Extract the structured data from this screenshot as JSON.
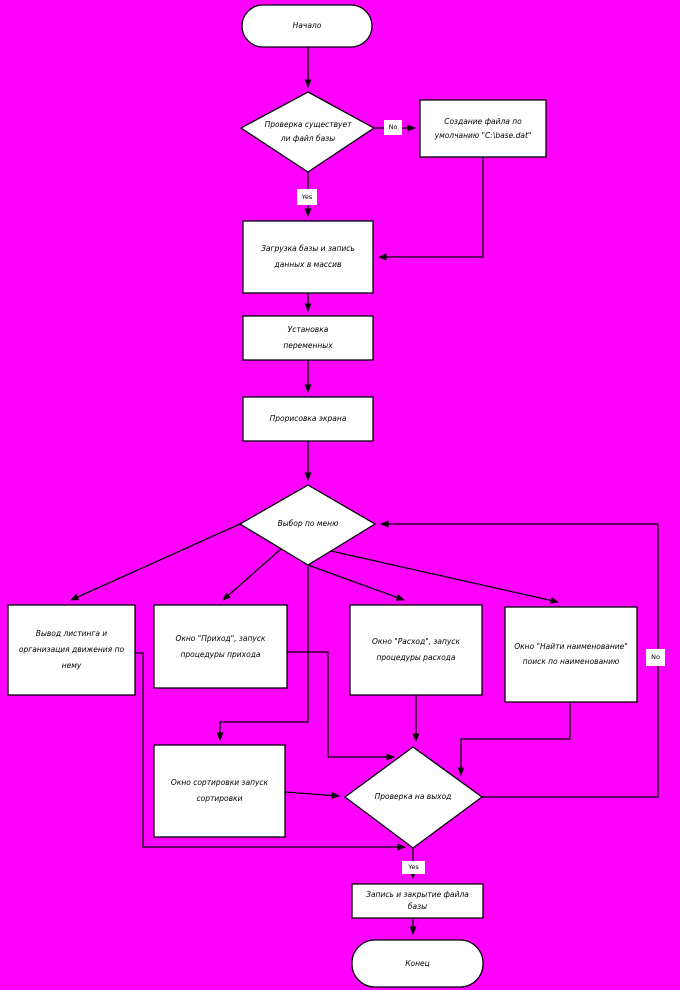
{
  "flowchart": {
    "colors": {
      "background": "#FF00FF",
      "shape_fill": "#FFFFFF",
      "line": "#000000"
    },
    "nodes": {
      "start": {
        "type": "terminator",
        "label": "Начало"
      },
      "check_file": {
        "type": "decision",
        "label": "Проверка существует ли файл базы"
      },
      "create_file": {
        "type": "process",
        "label": "Создание файла по умолчанию \"C:\\base.dat\""
      },
      "load_base": {
        "type": "process",
        "label": "Загрузка базы и запись данных в массив"
      },
      "set_vars": {
        "type": "process",
        "label": "Установка переменных"
      },
      "draw_screen": {
        "type": "process",
        "label": "Прорисовка экрана"
      },
      "menu_choice": {
        "type": "decision",
        "label": "Выбор по меню"
      },
      "listing": {
        "type": "process",
        "label": "Вывод листинга и организация движения по нему"
      },
      "income": {
        "type": "process",
        "label": "Окно \"Приход\", запуск процедуры прихода"
      },
      "expense": {
        "type": "process",
        "label": "Окно \"Расход\", запуск процедуры расхода"
      },
      "find_name": {
        "type": "process",
        "label": "Окно \"Найти наименование\" поиск по наименованию"
      },
      "sort_window": {
        "type": "process",
        "label": "Окно сортировки запуск сортировки"
      },
      "check_exit": {
        "type": "decision",
        "label": "Проверка на выход"
      },
      "save_close": {
        "type": "process",
        "label": "Запись и закрытие файла базы"
      },
      "end": {
        "type": "terminator",
        "label": "Конец"
      }
    },
    "edge_labels": {
      "file_no": "No",
      "file_yes": "Yes",
      "exit_no": "No",
      "exit_yes": "Yes"
    }
  }
}
